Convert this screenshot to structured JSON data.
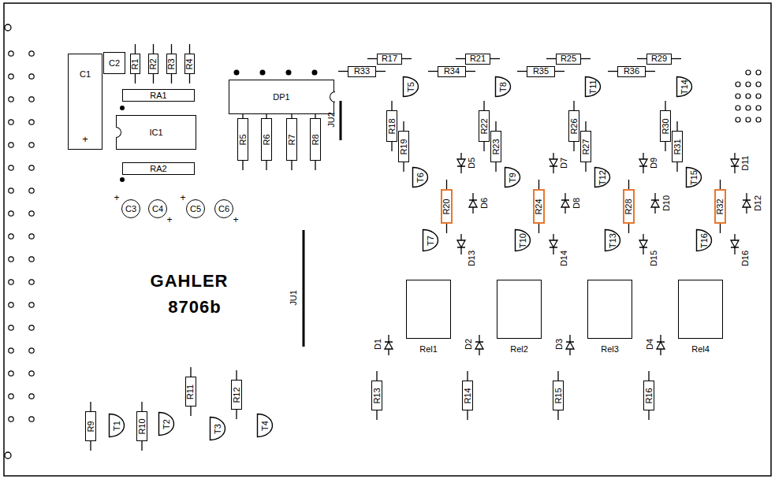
{
  "diagram": {
    "nodes": [
      {
        "text": [
          "C1"
        ]
      },
      {
        "text": [
          "C2"
        ]
      },
      {
        "text": [
          "R1"
        ]
      },
      {
        "text": [
          "R2"
        ]
      },
      {
        "text": [
          "R3"
        ]
      },
      {
        "text": [
          "R4"
        ]
      },
      {
        "text": [
          "RA1"
        ]
      },
      {
        "text": [
          "IC1"
        ]
      },
      {
        "text": [
          "RA2"
        ]
      },
      {
        "text": [
          "C3"
        ]
      },
      {
        "text": [
          "C4"
        ]
      },
      {
        "text": [
          "C5"
        ]
      },
      {
        "text": [
          "C6"
        ]
      },
      {
        "text": [
          "DP1"
        ]
      },
      {
        "text": [
          "R5"
        ]
      },
      {
        "text": [
          "R6"
        ]
      },
      {
        "text": [
          "R7"
        ]
      },
      {
        "text": [
          "R8"
        ]
      },
      {
        "text": [
          "R17"
        ]
      },
      {
        "text": [
          "R33"
        ]
      },
      {
        "text": [
          "R21"
        ]
      },
      {
        "text": [
          "R34"
        ]
      },
      {
        "text": [
          "R25"
        ]
      },
      {
        "text": [
          "R35"
        ]
      },
      {
        "text": [
          "R29"
        ]
      },
      {
        "text": [
          "R36"
        ]
      },
      {
        "text": [
          "T5"
        ]
      },
      {
        "text": [
          "R18"
        ]
      },
      {
        "text": [
          "R19"
        ]
      },
      {
        "text": [
          "T6"
        ]
      },
      {
        "text": [
          "R20"
        ]
      },
      {
        "text": [
          "T7"
        ]
      },
      {
        "text": [
          "T8"
        ]
      },
      {
        "text": [
          "R22"
        ]
      },
      {
        "text": [
          "R23"
        ]
      },
      {
        "text": [
          "T9"
        ]
      },
      {
        "text": [
          "R24"
        ]
      },
      {
        "text": [
          "T10"
        ]
      },
      {
        "text": [
          "T11"
        ]
      },
      {
        "text": [
          "R26"
        ]
      },
      {
        "text": [
          "R27"
        ]
      },
      {
        "text": [
          "T12"
        ]
      },
      {
        "text": [
          "R28"
        ]
      },
      {
        "text": [
          "T13"
        ]
      },
      {
        "text": [
          "T14"
        ]
      },
      {
        "text": [
          "R30"
        ]
      },
      {
        "text": [
          "R31"
        ]
      },
      {
        "text": [
          "T15"
        ]
      },
      {
        "text": [
          "R32"
        ]
      },
      {
        "text": [
          "T16"
        ]
      },
      {
        "text": [
          "Rel1"
        ]
      },
      {
        "text": [
          "Rel2"
        ]
      },
      {
        "text": [
          "Rel3"
        ]
      },
      {
        "text": [
          "Rel4"
        ]
      },
      {
        "text": [
          "R13"
        ]
      },
      {
        "text": [
          "R14"
        ]
      },
      {
        "text": [
          "R15"
        ]
      },
      {
        "text": [
          "R16"
        ]
      },
      {
        "text": [
          "R9"
        ]
      },
      {
        "text": [
          "T1"
        ]
      },
      {
        "text": [
          "R10"
        ]
      },
      {
        "text": [
          "T2"
        ]
      },
      {
        "text": [
          "R11"
        ]
      },
      {
        "text": [
          "T3"
        ]
      },
      {
        "text": [
          "R12"
        ]
      },
      {
        "text": [
          "T4"
        ]
      }
    ],
    "labels": [
      "+",
      "+",
      "+",
      "+",
      "+",
      "JU2",
      "JU1",
      "GAHLER",
      "8706b",
      "D1",
      "D2",
      "D3",
      "D4",
      "D5",
      "D6",
      "D7",
      "D8",
      "D9",
      "D10",
      "D11",
      "D12",
      "D13",
      "D14",
      "D15",
      "D16"
    ]
  }
}
